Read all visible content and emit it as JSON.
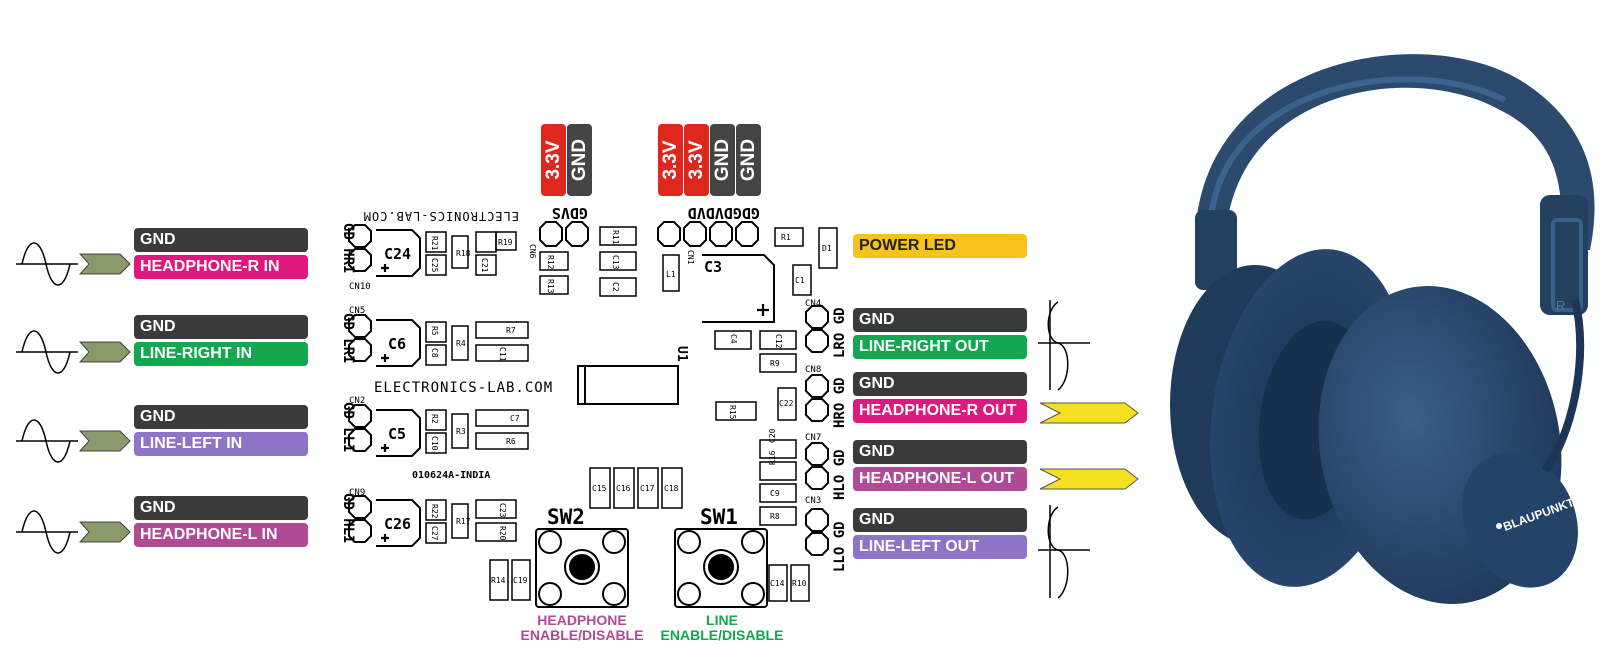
{
  "input_labels": [
    {
      "gnd": "GND",
      "name": "HEADPHONE-R IN"
    },
    {
      "gnd": "GND",
      "name": "LINE-RIGHT IN"
    },
    {
      "gnd": "GND",
      "name": "LINE-LEFT IN"
    },
    {
      "gnd": "GND",
      "name": "HEADPHONE-L IN"
    }
  ],
  "output_labels": {
    "power": "POWER LED",
    "groups": [
      {
        "gnd": "GND",
        "name": "LINE-RIGHT OUT"
      },
      {
        "gnd": "GND",
        "name": "HEADPHONE-R OUT"
      },
      {
        "gnd": "GND",
        "name": "HEADPHONE-L OUT"
      },
      {
        "gnd": "GND",
        "name": "LINE-LEFT OUT"
      }
    ]
  },
  "power_rails": [
    "3.3V",
    "GND",
    "3.3V",
    "3.3V",
    "GND",
    "GND"
  ],
  "pcb": {
    "silk_top": "ELECTRONICS-LAB.COM",
    "silk_mid": "ELECTRONICS-LAB.COM",
    "board_code": "010624A-INDIA",
    "header_top_left": "GDVS",
    "header_top_right": "GDGDVDVD",
    "left_pins": [
      "GD HRI",
      "GD LRI",
      "GD LLI",
      "GD HLI"
    ],
    "left_connectors": [
      "CN10",
      "CN5",
      "CN2",
      "CN9"
    ],
    "caps_left": [
      "C24",
      "C6",
      "C5",
      "C26"
    ],
    "right_pins": [
      "LRO GD",
      "HRO GD",
      "HLO GD",
      "LLO GD"
    ],
    "right_connectors": [
      "CN4",
      "CN8",
      "CN7",
      "CN3"
    ],
    "c3": "C3",
    "u1": "U1",
    "sw2": "SW2",
    "sw1": "SW1",
    "small_parts": {
      "r21": "R21",
      "c25": "C25",
      "r18": "R18",
      "r19": "R19",
      "c21": "C21",
      "r5": "R5",
      "c8": "C8",
      "r4": "R4",
      "r7": "R7",
      "c11": "C11",
      "r2": "R2",
      "c10": "C10",
      "r3": "R3",
      "c7": "C7",
      "r6": "R6",
      "r22": "R22",
      "c27": "C27",
      "r17": "R17",
      "c23": "C23",
      "r20": "R20",
      "cn6": "CN6",
      "r12": "R12",
      "r13": "R13",
      "r11": "R11",
      "c13": "C13",
      "c2": "C2",
      "cn1": "CN1",
      "l1": "L1",
      "r1": "R1",
      "d1": "D1",
      "c1": "C1",
      "c4": "C4",
      "c12": "C12",
      "r9": "R9",
      "c22": "C22",
      "r15": "R15",
      "r16": "R16",
      "c20": "C20",
      "c9": "C9",
      "r8": "R8",
      "c15": "C15",
      "c16": "C16",
      "c17": "C17",
      "c18": "C18",
      "r14": "R14",
      "c19": "C19",
      "c14": "C14",
      "r10": "R10"
    }
  },
  "switch_captions": {
    "headphone": [
      "HEADPHONE",
      "ENABLE/DISABLE"
    ],
    "line": [
      "LINE",
      "ENABLE/DISABLE"
    ]
  },
  "headphone_brand": "BLAUPUNKT",
  "headphone_side_mark": "R",
  "colors": {
    "headphone": "#e0177e",
    "line_right": "#13a84f",
    "line_left": "#8e74c8",
    "headphone_left": "#b04a97",
    "gnd": "#3a3a3a",
    "power_led": "#f7c21b",
    "rail_33v": "#e0271e",
    "rail_gnd": "#444444",
    "arrow_in": "#8a9a6a",
    "arrow_out": "#f5e020",
    "headphone_body": "#2b4a6e"
  }
}
